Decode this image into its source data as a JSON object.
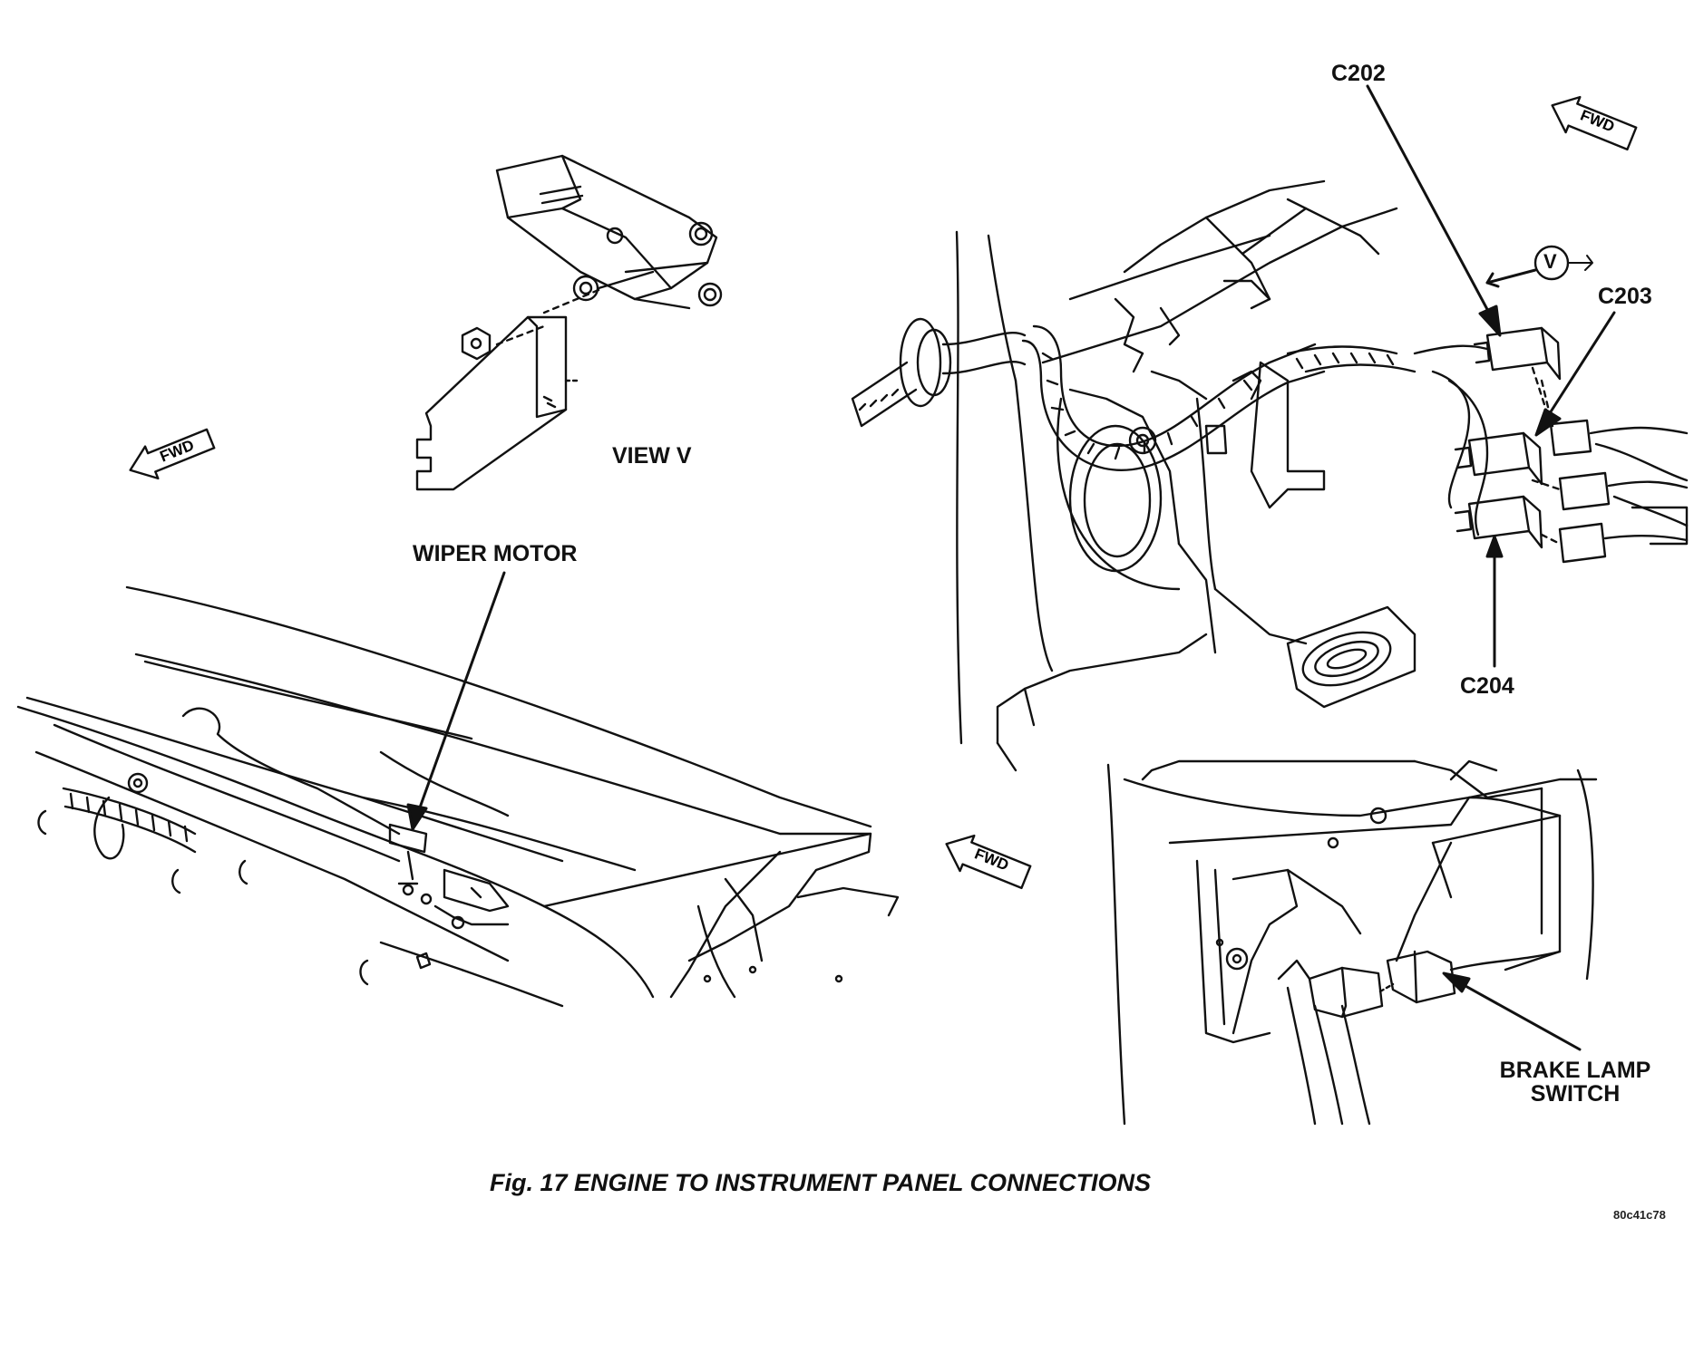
{
  "labels": {
    "c202": "C202",
    "c203": "C203",
    "c204": "C204",
    "view_v": "VIEW V",
    "wiper_motor": "WIPER MOTOR",
    "brake_lamp_switch_line1": "BRAKE LAMP",
    "brake_lamp_switch_line2": "SWITCH",
    "view_marker": "V"
  },
  "fwd_arrows": [
    "FWD",
    "FWD",
    "FWD"
  ],
  "figure_code": "80c41c78",
  "caption": "Fig. 17 ENGINE TO INSTRUMENT PANEL CONNECTIONS",
  "colors": {
    "ink": "#111111",
    "background": "#ffffff"
  }
}
